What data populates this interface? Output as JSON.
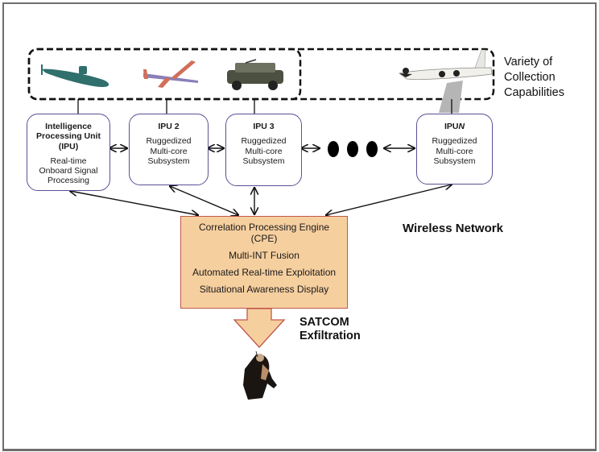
{
  "diagram": {
    "collection_group": {
      "label_lines": [
        "Variety of",
        "Collection",
        "Capabilities"
      ],
      "platforms": [
        {
          "name": "submarine",
          "icon": "submarine-icon"
        },
        {
          "name": "uav-drone",
          "icon": "drone-icon"
        },
        {
          "name": "humvee",
          "icon": "humvee-icon"
        },
        {
          "name": "patrol-aircraft",
          "icon": "aircraft-icon"
        }
      ]
    },
    "ipus": [
      {
        "title_lines": [
          "Intelligence",
          "Processing Unit",
          "(IPU)"
        ],
        "body_lines": [
          "Real-time",
          "Onboard Signal",
          "Processing"
        ]
      },
      {
        "title_lines": [
          "IPU 2"
        ],
        "body_lines": [
          "Ruggedized",
          "Multi-core",
          "Subsystem"
        ]
      },
      {
        "title_lines": [
          "IPU 3"
        ],
        "body_lines": [
          "Ruggedized",
          "Multi-core",
          "Subsystem"
        ]
      },
      {
        "title_prefix": "IPU",
        "title_italic": "N",
        "body_lines": [
          "Ruggedized",
          "Multi-core",
          "Subsystem"
        ]
      }
    ],
    "ellipsis": "●●●",
    "cpe": {
      "title_lines": [
        "Correlation Processing Engine",
        "(CPE)"
      ],
      "items": [
        "Multi-INT Fusion",
        "Automated Real-time Exploitation",
        "Situational Awareness Display"
      ],
      "fill_color": "#f6cf9f",
      "border_color": "#c0584a"
    },
    "wireless_label": "Wireless Network",
    "satcom_lines": [
      "SATCOM",
      "Exfiltration"
    ],
    "endpoint": {
      "name": "soldier",
      "icon": "soldier-icon"
    },
    "colors": {
      "ipu_border": "#5b4f96",
      "arrow": "#111111"
    }
  }
}
